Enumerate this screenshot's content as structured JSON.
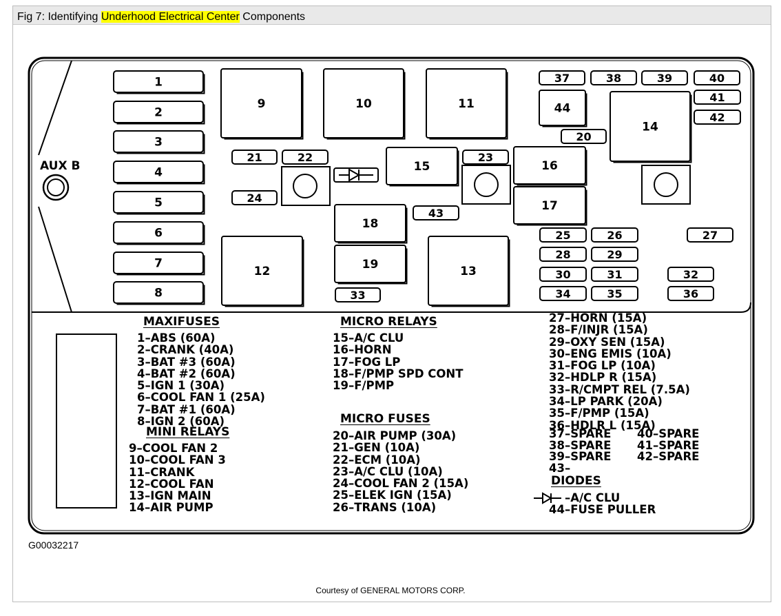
{
  "header": {
    "title_prefix": "Fig 7: Identifying ",
    "title_highlight": "Underhood Electrical Center",
    "title_suffix": " Components"
  },
  "diagram": {
    "aux_label": "AUX B",
    "maxifuse_slots": [
      "1",
      "2",
      "3",
      "4",
      "5",
      "6",
      "7",
      "8"
    ],
    "relays": [
      "9",
      "10",
      "11",
      "12",
      "13",
      "14",
      "15",
      "16",
      "17",
      "18",
      "19",
      "44"
    ],
    "fuses": [
      "20",
      "21",
      "22",
      "23",
      "24",
      "25",
      "26",
      "27",
      "28",
      "29",
      "30",
      "31",
      "32",
      "33",
      "34",
      "35",
      "36",
      "37",
      "38",
      "39",
      "40",
      "41",
      "42",
      "43"
    ]
  },
  "legend": {
    "maxifuses_heading": "MAXIFUSES",
    "maxifuses": [
      "1–ABS (60A)",
      "2–CRANK (40A)",
      "3–BAT #3 (60A)",
      "4–BAT #2 (60A)",
      "5–IGN 1 (30A)",
      "6–COOL FAN 1 (25A)",
      "7–BAT #1 (60A)",
      "8–IGN 2 (60A)"
    ],
    "mini_relays_heading": "MINI RELAYS",
    "mini_relays": [
      "9–COOL FAN 2",
      "10–COOL FAN 3",
      "11–CRANK",
      "12–COOL FAN",
      "13–IGN MAIN",
      "14–AIR PUMP"
    ],
    "micro_relays_heading": "MICRO RELAYS",
    "micro_relays": [
      "15–A/C CLU",
      "16–HORN",
      "17–FOG LP",
      "18–F/PMP SPD CONT",
      "19–F/PMP"
    ],
    "micro_fuses_heading": "MICRO FUSES",
    "micro_fuses": [
      "20–AIR PUMP (30A)",
      "21–GEN (10A)",
      "22–ECM (10A)",
      "23–A/C CLU (10A)",
      "24–COOL FAN 2 (15A)",
      "25–ELEK IGN (15A)",
      "26–TRANS (10A)"
    ],
    "right_list": [
      "27–HORN (15A)",
      "28–F/INJR (15A)",
      "29–OXY SEN (15A)",
      "30–ENG EMIS (10A)",
      "31–FOG LP (10A)",
      "32–HDLP R (15A)",
      "33–R/CMPT REL (7.5A)",
      "34–LP PARK (20A)",
      "35–F/PMP (15A)",
      "36–HDLR L (15A)"
    ],
    "spares_left": [
      "37–SPARE",
      "38–SPARE",
      "39–SPARE",
      "43–"
    ],
    "spares_right": [
      "40–SPARE",
      "41–SPARE",
      "42–SPARE"
    ],
    "diodes_heading": "DIODES",
    "diode_item": "–A/C CLU",
    "fuse_puller": "44–FUSE PULLER"
  },
  "footer": {
    "figure_id": "G00032217",
    "courtesy": "Courtesy of GENERAL MOTORS CORP."
  }
}
